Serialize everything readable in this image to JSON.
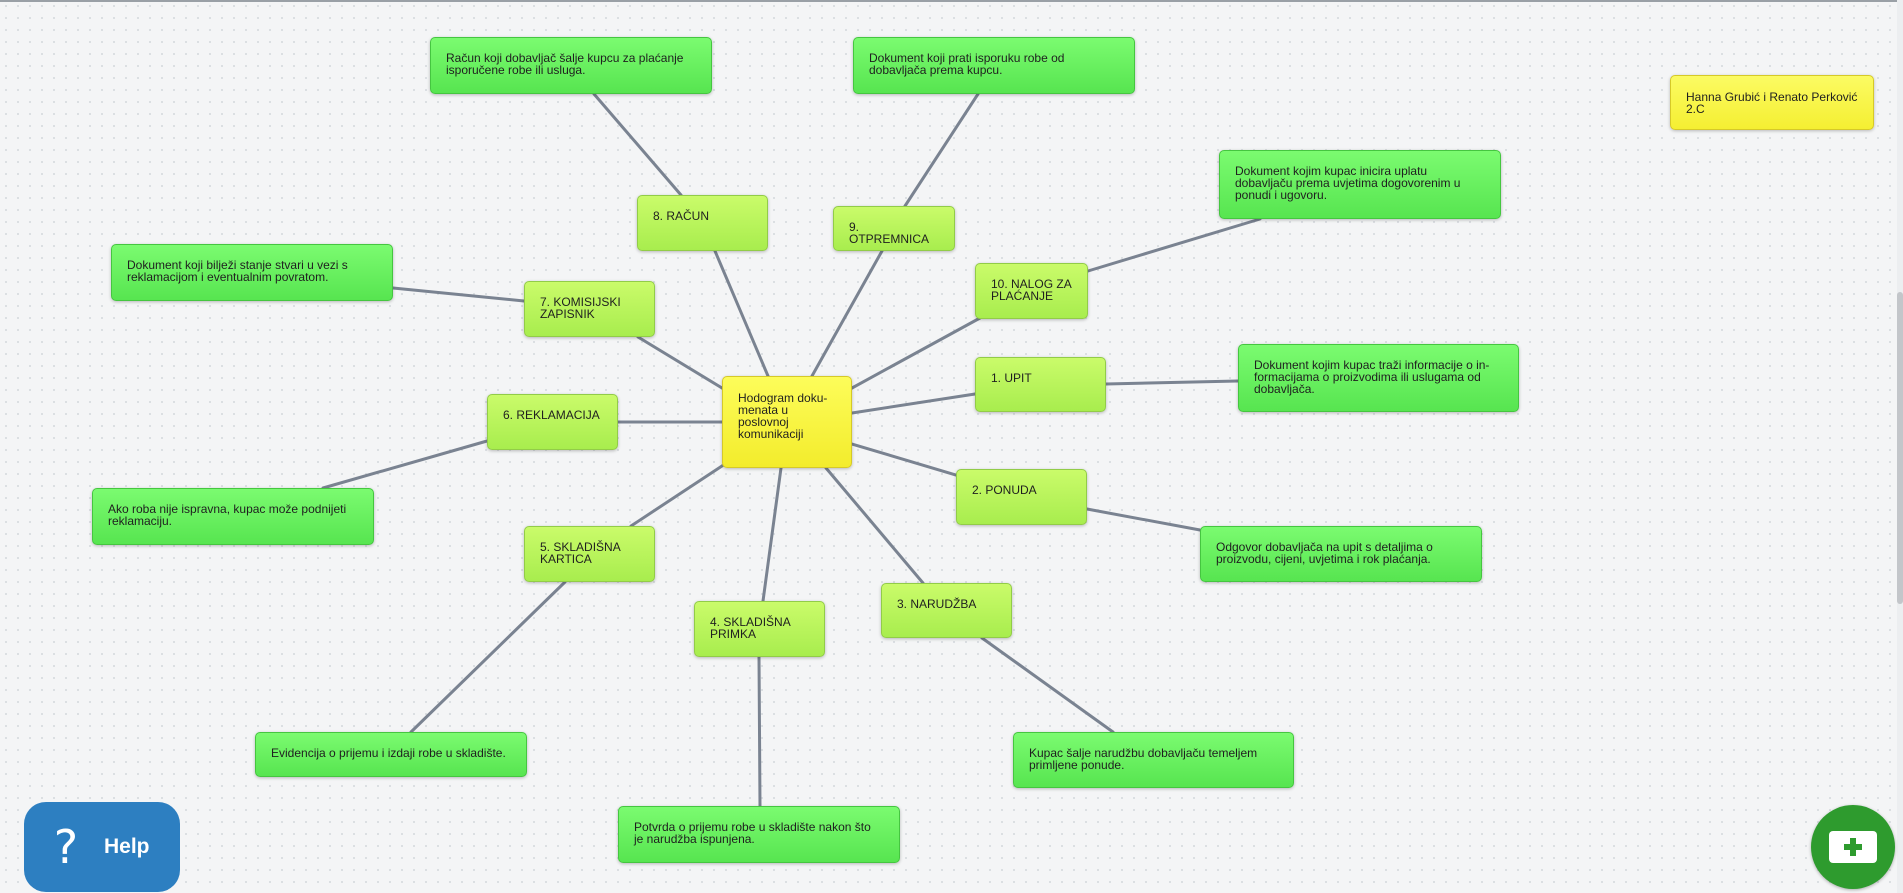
{
  "diagram": {
    "center": {
      "text": "Hodogram doku-\nmenata u\nposlovnoj\nkomunikaciji"
    },
    "note": {
      "text": "Hanna Grubić i Renato Perković\n2.C"
    },
    "branches": [
      {
        "label": "1. UPIT",
        "description": "Dokument kojim kupac traži informacije o in-\nformacijama o proizvodima ili uslugama od\ndobavljača."
      },
      {
        "label": "2. PONUDA",
        "description": "Odgovor dobavljača na upit s detaljima o\nproizvodu, cijeni, uvjetima i rok plaćanja."
      },
      {
        "label": "3. NARUDŽBA",
        "description": "Kupac šalje narudžbu dobavljaču temeljem\nprimljene ponude."
      },
      {
        "label": "4. SKLADIŠNA\nPRIMKA",
        "description": "Potvrda o prijemu robe u skladište nakon što\nje narudžba ispunjena."
      },
      {
        "label": "5. SKLADIŠNA\nKARTICA",
        "description": "Evidencija o prijemu i izdaji robe u skladište."
      },
      {
        "label": "6. REKLAMACIJA",
        "description": "Ako roba nije ispravna, kupac može podnijeti\nreklamaciju."
      },
      {
        "label": "7. KOMISIJSKI\nZAPISNIK",
        "description": "Dokument koji bilježi stanje stvari u vezi s\nreklamacijom i eventualnim povratom."
      },
      {
        "label": "8. RAČUN",
        "description": "Račun koji dobavljač šalje kupcu za plaćanje\nisporučene robe ili usluga."
      },
      {
        "label": "9. OTPREMNICA",
        "description": "Dokument koji prati isporuku robe od\ndobavljača prema kupcu."
      },
      {
        "label": "10. NALOG ZA\nPLAĆANJE",
        "description": "Dokument kojim kupac inicira uplatu\ndobavljaču prema uvjetima dogovorenim u\nponudi i ugovoru."
      }
    ]
  },
  "help": {
    "label": "Help",
    "icon": "question-mark-icon"
  },
  "add_button": {
    "icon": "add-card-icon"
  },
  "colors": {
    "center_fill": "#f8f53f",
    "category_fill": "#b8f45c",
    "description_fill": "#66ee5d",
    "note_fill": "#f8f53f",
    "connector": "#7a8391",
    "help_button": "#2d7fc1",
    "add_button": "#2e9b2e"
  }
}
